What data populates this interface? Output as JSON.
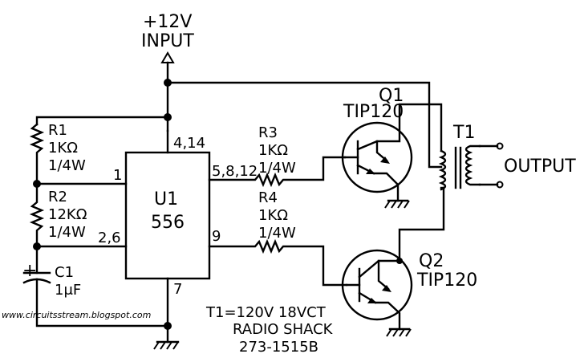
{
  "input": {
    "voltage": "+12V",
    "label": "INPUT"
  },
  "resistors": {
    "r1": {
      "name": "R1",
      "value": "1KΩ",
      "power": "1/4W"
    },
    "r2": {
      "name": "R2",
      "value": "12KΩ",
      "power": "1/4W"
    },
    "r3": {
      "name": "R3",
      "value": "1KΩ",
      "power": "1/4W"
    },
    "r4": {
      "name": "R4",
      "value": "1KΩ",
      "power": "1/4W"
    }
  },
  "capacitor": {
    "name": "C1",
    "value": "1μF",
    "polarity": "+"
  },
  "ic": {
    "name": "U1",
    "part": "556",
    "pin_power": "4,14",
    "pin_1": "1",
    "pin_26": "2,6",
    "pin_out_a": "5,8,12",
    "pin_out_b": "9",
    "pin_gnd": "7"
  },
  "transistors": {
    "q1": {
      "name": "Q1",
      "part": "TIP120"
    },
    "q2": {
      "name": "Q2",
      "part": "TIP120"
    }
  },
  "transformer": {
    "name": "T1"
  },
  "output": {
    "label": "OUTPUT"
  },
  "notes": {
    "line1": "T1=120V  18VCT",
    "line2": "RADIO SHACK",
    "line3": "273-1515B"
  },
  "watermark": "www.circuitsstream.blogspot.com"
}
